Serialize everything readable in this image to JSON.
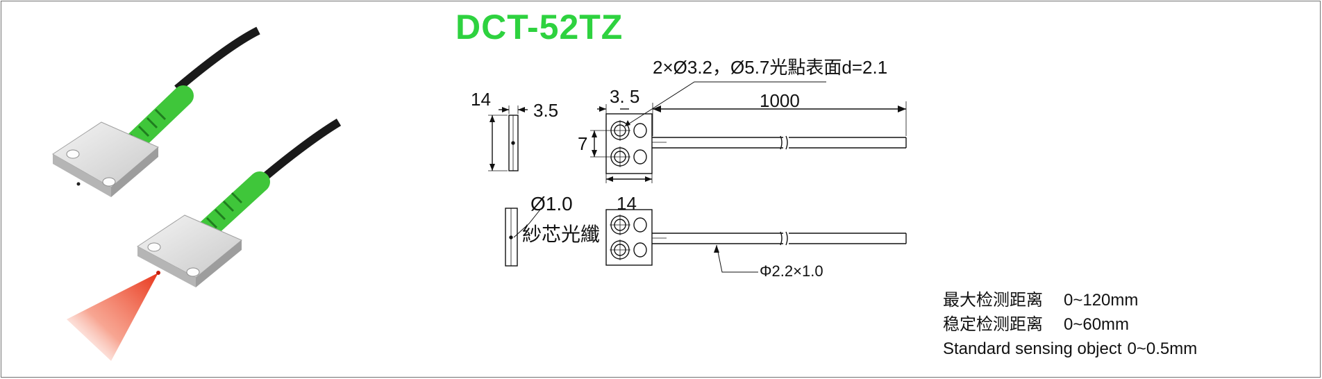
{
  "title": "DCT-52TZ",
  "colors": {
    "title": "#2ed23f",
    "fiber_sleeve": "#3fc63a",
    "beam": "#e8361c"
  },
  "dimensions": {
    "hole_note": "2×Ø3.2，Ø5.7光點表面d=2.1",
    "side_width": "14",
    "side_thickness": "3.5",
    "top_offset": "3. 5",
    "fiber_length": "1000",
    "hole_pitch": "7",
    "bottom_width": "14",
    "core_diameter": "Ø1.0",
    "core_label": "紗芯光纖",
    "fiber_spec": "Φ2.2×1.0"
  },
  "specs": [
    {
      "label": "最大检测距离",
      "value": "0~120mm"
    },
    {
      "label": "稳定检测距离",
      "value": "0~60mm"
    },
    {
      "label": "Standard sensing object",
      "value": "0~0.5mm"
    }
  ]
}
